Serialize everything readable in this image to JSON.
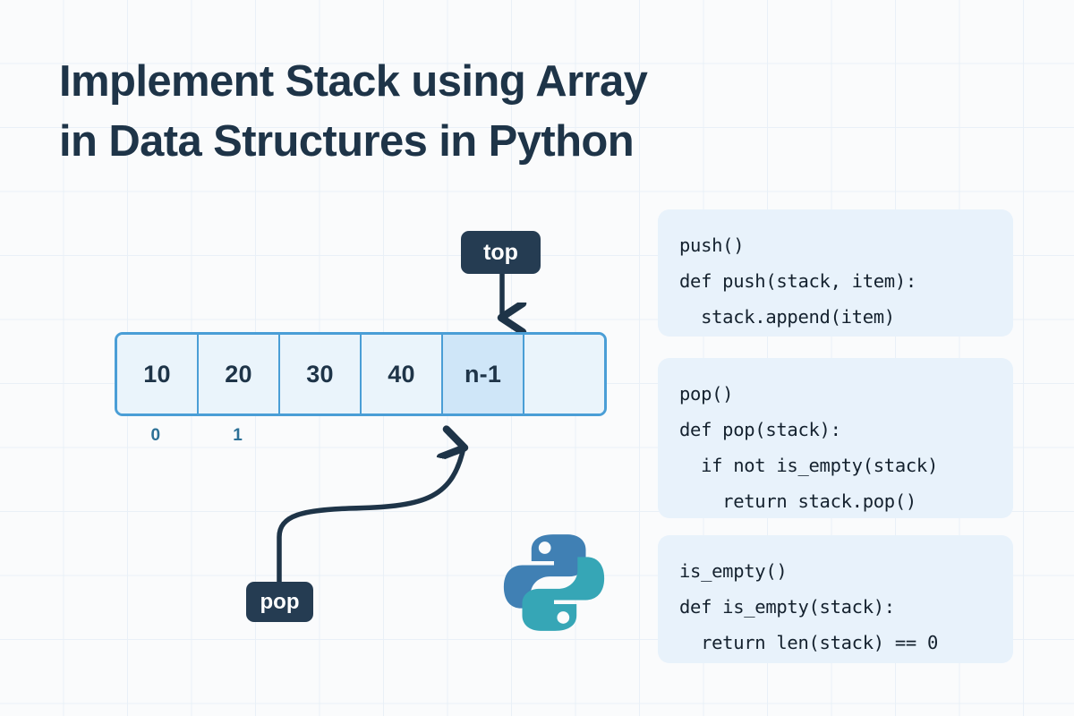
{
  "title": {
    "line1": "Implement Stack using Array",
    "line2": "in Data Structures in Python"
  },
  "colors": {
    "background": "#fafbfc",
    "grid_line": "#e9f0f7",
    "title_text": "#1e3448",
    "array_border": "#4a9ed6",
    "array_cell_fill": "#eaf4fb",
    "array_cell_highlight": "#cfe6f8",
    "index_label": "#2c7096",
    "badge_bg": "#253c52",
    "badge_text": "#ffffff",
    "panel_bg": "#e8f2fb",
    "code_text": "#14212e",
    "python_blue": "#4080b4",
    "python_teal": "#36a6b6",
    "arrow_stroke": "#1e3448"
  },
  "diagram": {
    "array": {
      "cells": [
        {
          "value": "10",
          "highlight": false,
          "empty": false
        },
        {
          "value": "20",
          "highlight": false,
          "empty": false
        },
        {
          "value": "30",
          "highlight": false,
          "empty": false
        },
        {
          "value": "40",
          "highlight": false,
          "empty": false
        },
        {
          "value": "n-1",
          "highlight": true,
          "empty": false
        },
        {
          "value": "",
          "highlight": false,
          "empty": true
        }
      ],
      "index_labels": [
        {
          "text": "0"
        },
        {
          "text": "1"
        }
      ]
    },
    "top_pointer": {
      "label": "top"
    },
    "pop_pointer": {
      "label": "pop"
    },
    "logo": {
      "name": "python-logo",
      "alt": "Python logo"
    }
  },
  "panels": [
    {
      "id": "push",
      "heading": "push()",
      "lines": [
        "def push(stack, item):",
        "  stack.append(item)"
      ]
    },
    {
      "id": "pop",
      "heading": "pop()",
      "lines": [
        "def pop(stack):",
        "  if not is_empty(stack)",
        "    return stack.pop()"
      ]
    },
    {
      "id": "is_empty",
      "heading": "is_empty()",
      "lines": [
        "def is_empty(stack):",
        "  return len(stack) == 0"
      ]
    }
  ]
}
